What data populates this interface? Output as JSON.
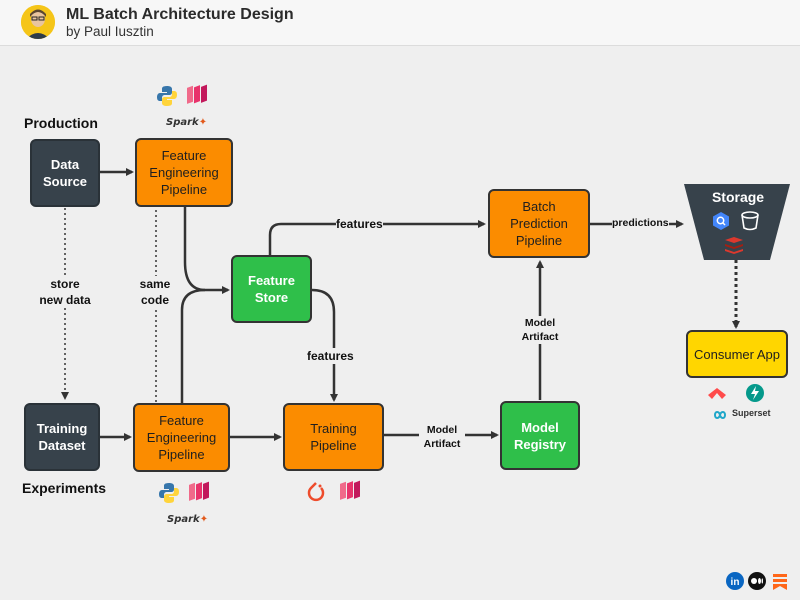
{
  "header": {
    "title": "ML Batch Architecture Design",
    "subtitle": "by Paul Iusztin"
  },
  "sections": {
    "production": "Production",
    "experiments": "Experiments"
  },
  "nodes": {
    "data_source": "Data Source",
    "feature_pipeline_top": "Feature Engineering Pipeline",
    "feature_store": "Feature Store",
    "batch_prediction": "Batch Prediction Pipeline",
    "storage": "Storage",
    "consumer_app": "Consumer App",
    "training_dataset": "Training Dataset",
    "feature_pipeline_bottom": "Feature Engineering Pipeline",
    "training_pipeline": "Training Pipeline",
    "model_registry": "Model Registry"
  },
  "edge_labels": {
    "store_new_data": "store new data",
    "same_code": "same code",
    "features_top": "features",
    "features_mid": "features",
    "predictions": "predictions",
    "model_artifact_top": "Model Artifact",
    "model_artifact_bottom": "Model Artifact"
  },
  "logos": {
    "spark_top": "Spark",
    "spark_bottom": "Spark",
    "superset": "Superset"
  },
  "icons": [
    "python-icon",
    "hopsworks-icon",
    "spark-icon",
    "pytorch-icon",
    "bigquery-icon",
    "gcs-bucket-icon",
    "redis-icon",
    "streamlit-icon",
    "fastapi-icon",
    "superset-icon",
    "linkedin-icon",
    "medium-icon",
    "substack-icon"
  ],
  "colors": {
    "dark_node": "#37424b",
    "orange_node": "#fb8c00",
    "green_node": "#2fbf4a",
    "yellow_node": "#ffd600",
    "edge": "#333333"
  }
}
